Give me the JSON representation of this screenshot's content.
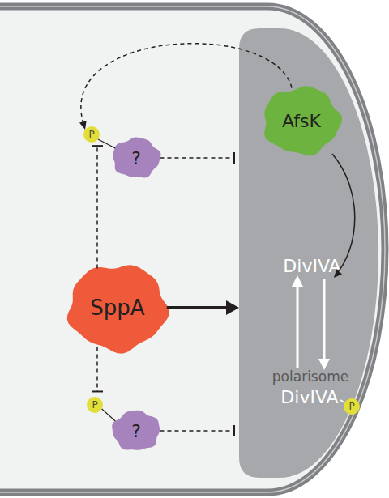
{
  "diagram": {
    "nodes": [
      {
        "text": [
          "polarisome"
        ]
      },
      {
        "text": [
          "AfsK"
        ],
        "in": 0
      },
      {
        "text": [
          "P"
        ],
        "in": 0
      },
      {
        "text": [
          "P"
        ]
      },
      {
        "text": [
          "?"
        ]
      },
      {
        "text": [
          "SppA"
        ]
      },
      {
        "text": [
          "P"
        ]
      },
      {
        "text": [
          "?"
        ]
      }
    ],
    "edges": [
      {
        "from": 1,
        "to": 3,
        "arrow": "to"
      },
      {
        "from": 3,
        "to": 4,
        "arrow": "none"
      },
      {
        "from": 5,
        "to": 3,
        "arrow": "to"
      },
      {
        "from": 4,
        "to": 0,
        "arrow": "to"
      },
      {
        "from": 5,
        "to": 0,
        "arrow": "to"
      },
      {
        "from": 5,
        "to": 6,
        "arrow": "to"
      },
      {
        "from": 6,
        "to": 7,
        "arrow": "none"
      },
      {
        "from": 7,
        "to": 0,
        "arrow": "to"
      }
    ],
    "labels": [
      "DivIVA",
      "DivIVA"
    ]
  }
}
